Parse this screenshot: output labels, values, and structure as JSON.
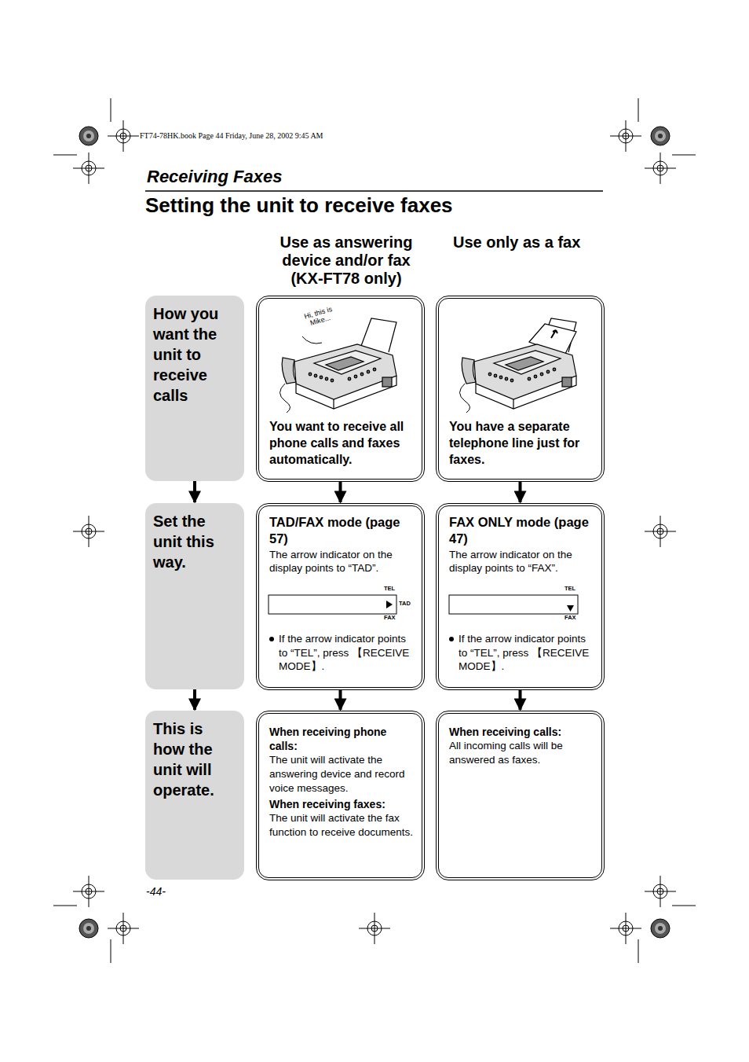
{
  "diagram": {
    "title": "Setting the unit to receive faxes",
    "nodes": [
      {
        "text": [
          "How you want the unit to receive calls"
        ]
      },
      {
        "text": [
          "You want to receive all phone calls and faxes automatically."
        ]
      },
      {
        "text": [
          "You have a separate telephone line just for faxes."
        ]
      },
      {
        "text": [
          "Set the unit this way."
        ]
      },
      {
        "text": [
          "TAD/FAX mode (page 57)",
          "The arrow indicator on the display points to “TAD”.",
          "If the arrow indicator points to “TEL”, press 【RECEIVE MODE】."
        ]
      },
      {
        "text": [
          "FAX ONLY mode (page 47)",
          "The arrow indicator on the display points to “FAX”.",
          "If the arrow indicator points to “TEL”, press 【RECEIVE MODE】."
        ]
      },
      {
        "text": [
          "This is how the unit will operate."
        ]
      },
      {
        "text": [
          "When receiving phone calls:",
          "The unit will activate the answering device and record voice messages.",
          "When receiving faxes:",
          "The unit will activate the fax function to receive documents."
        ]
      },
      {
        "text": [
          "When receiving calls:",
          "All incoming calls will be answered as faxes."
        ]
      }
    ],
    "edges": [
      {
        "from": 0,
        "to": 3,
        "arrow": "to"
      },
      {
        "from": 3,
        "to": 6,
        "arrow": "to"
      },
      {
        "from": 1,
        "to": 4,
        "arrow": "to"
      },
      {
        "from": 4,
        "to": 7,
        "arrow": "to"
      },
      {
        "from": 2,
        "to": 5,
        "arrow": "to"
      },
      {
        "from": 5,
        "to": 8,
        "arrow": "to"
      }
    ],
    "labels": [
      "FT74-78HK.book Page 44 Friday, June 28, 2002 9:45 AM",
      "Receiving Faxes",
      "Use as answering device and/or fax (KX-FT78 only)",
      "Use only as a fax",
      "Hi, this is Mike...",
      "TEL",
      "TAD",
      "FAX",
      "TEL",
      "FAX",
      "-44-"
    ]
  }
}
